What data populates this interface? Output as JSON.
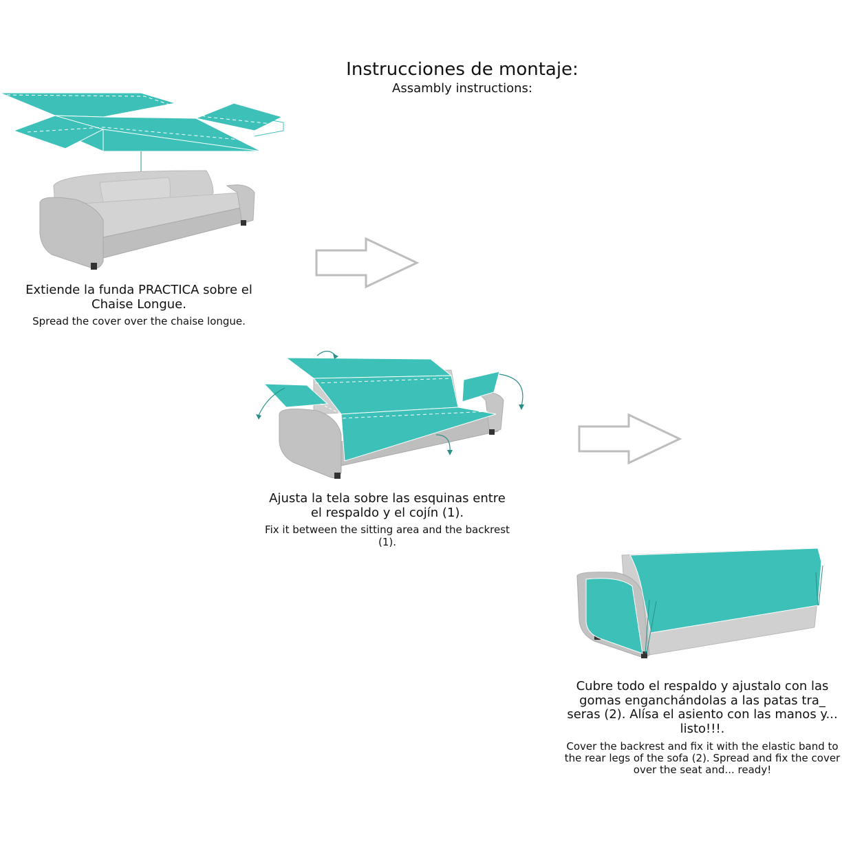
{
  "header": {
    "title_es": "Instrucciones de montaje:",
    "title_en": "Assambly instructions:"
  },
  "steps": [
    {
      "text_es": "Extiende la funda PRACTICA sobre el Chaise Longue.",
      "text_en": "Spread the cover over the chaise longue."
    },
    {
      "text_es": "Ajusta la tela sobre las esquinas entre el respaldo y el cojín (1).",
      "text_en": "Fix it between the sitting area and the backrest (1)."
    },
    {
      "text_es": "Cubre todo el respaldo y ajustalo con las gomas enganchándolas a las patas tra_ seras (2). Alísa el asiento con las manos y... listo!!!.",
      "text_en": "Cover the backrest and fix it with the elastic band to the rear legs of the sofa (2). Spread and fix the cover over the seat and... ready!"
    }
  ],
  "colors": {
    "cover_teal": "#3cc0b8",
    "sofa_gray": "#c4c4c4",
    "arrow_outline": "#bdbdbd"
  }
}
